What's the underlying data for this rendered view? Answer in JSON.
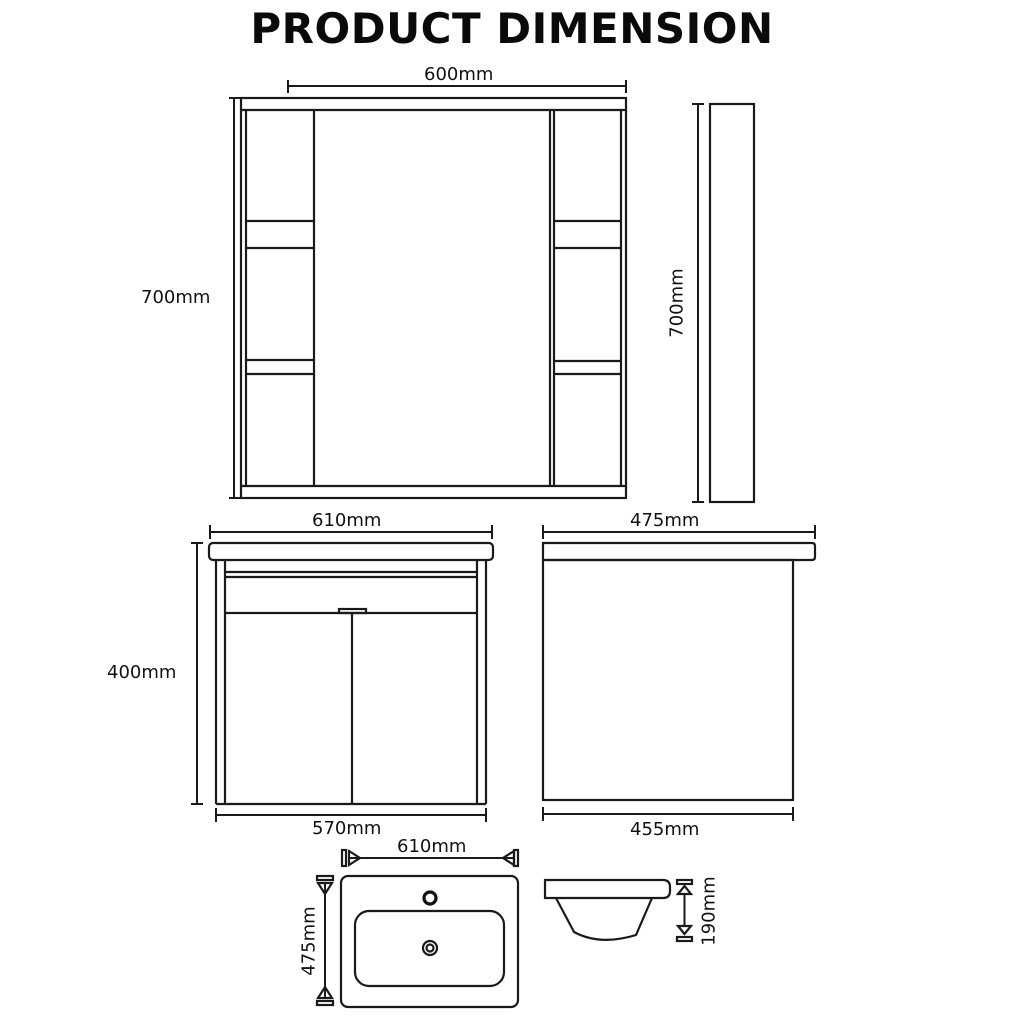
{
  "title": "PRODUCT DIMENSION",
  "mirror_cabinet_front": {
    "width_label": "600mm",
    "height_label": "700mm"
  },
  "mirror_cabinet_side": {
    "height_label": "700mm"
  },
  "vanity_front": {
    "top_width_label": "610mm",
    "height_label": "400mm",
    "bottom_width_label": "570mm"
  },
  "vanity_side": {
    "top_depth_label": "475mm",
    "bottom_depth_label": "455mm"
  },
  "basin_top": {
    "width_label": "610mm",
    "depth_label": "475mm"
  },
  "basin_side": {
    "height_label": "190mm"
  },
  "colors": {
    "line": "#1a1a1a",
    "background": "#ffffff"
  }
}
